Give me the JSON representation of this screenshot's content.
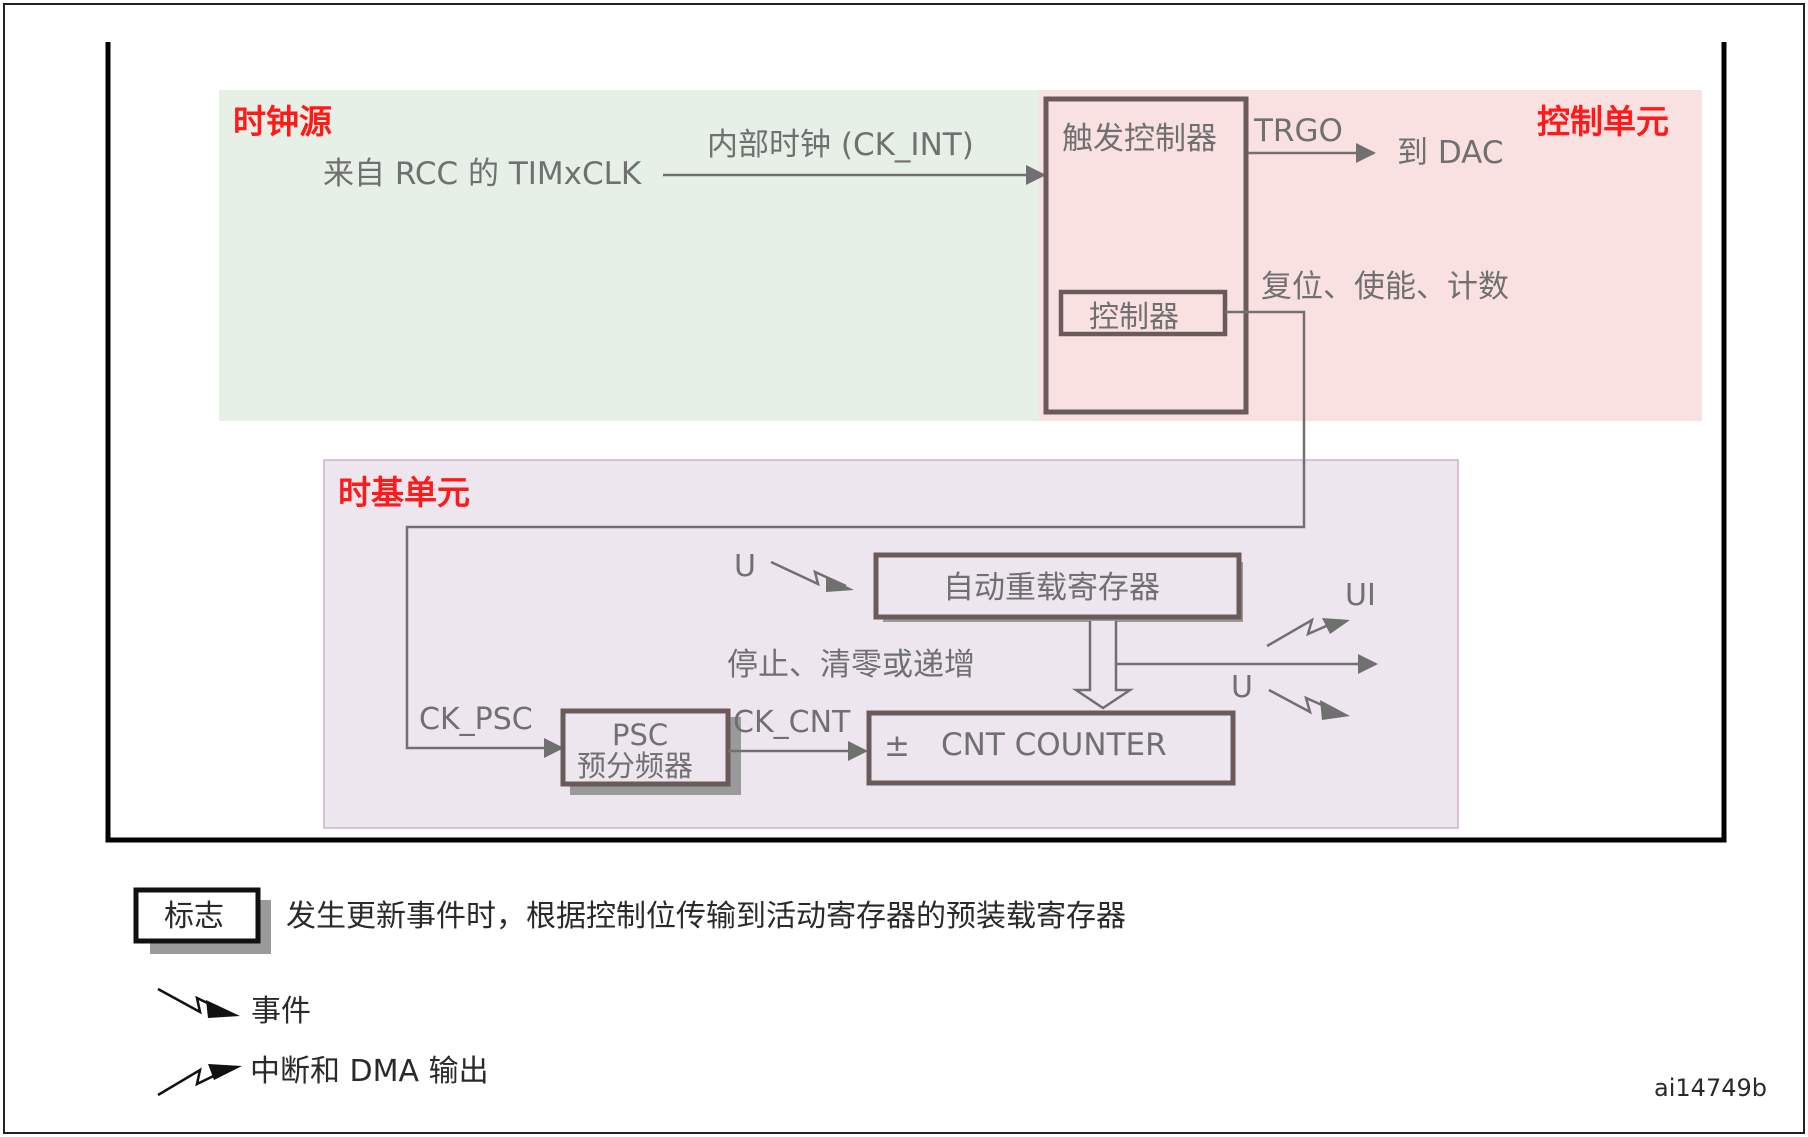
{
  "regions": {
    "clock_source": "时钟源",
    "control_unit": "控制单元",
    "time_base_unit": "时基单元"
  },
  "labels": {
    "rcc_clock": "来自 RCC 的 TIMxCLK",
    "internal_clock": "内部时钟 (CK_INT)",
    "trigger_controller": "触发控制器",
    "controller": "控制器",
    "trgo": "TRGO",
    "to_dac": "到 DAC",
    "reset_enable_count": "复位、使能、计数",
    "u_top": "U",
    "auto_reload": "自动重载寄存器",
    "ui": "UI",
    "stop_clear": "停止、清零或递增",
    "u_right": "U",
    "ck_psc": "CK_PSC",
    "psc": "PSC",
    "prescaler": "预分频器",
    "ck_cnt": "CK_CNT",
    "plus_minus": "±",
    "cnt_counter": "CNT COUNTER"
  },
  "legend": {
    "flag_label": "标志",
    "flag_desc": "发生更新事件时，根据控制位传输到活动寄存器的预装载寄存器",
    "event": "事件",
    "interrupt_dma": "中断和 DMA 输出"
  },
  "figure_id": "ai14749b",
  "colors": {
    "clock_source_bg": "#e6f0e6",
    "control_unit_bg": "#fae1e1",
    "time_base_bg": "#ede6ef",
    "region_title": "#ff1a1a",
    "diagram_text": "#707070",
    "legend_text": "#2a2a2a"
  }
}
